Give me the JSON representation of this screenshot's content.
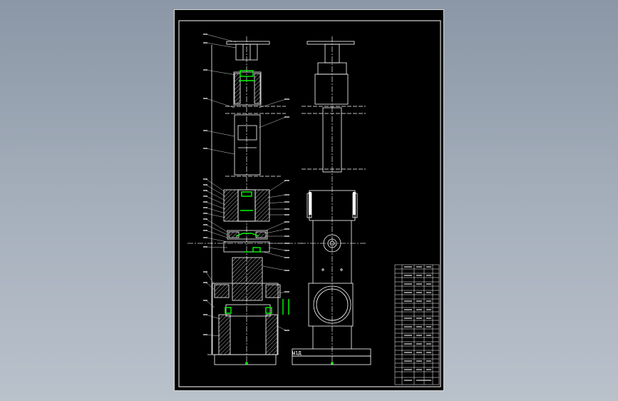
{
  "viewport": {
    "background_top": "#8b97a6",
    "background_bottom": "#b9c1cb"
  },
  "drawing": {
    "type": "mechanical assembly drawing",
    "views": [
      "section-view",
      "side-view"
    ],
    "colors": {
      "sheet": "#000000",
      "line": "#ffffff",
      "center_line": "#d0d0d0",
      "hatch": "#dddddd",
      "highlight": "#00ff00",
      "leader": "#cccccc"
    },
    "title_block": {
      "label_fragment": "Ы1Д"
    }
  }
}
